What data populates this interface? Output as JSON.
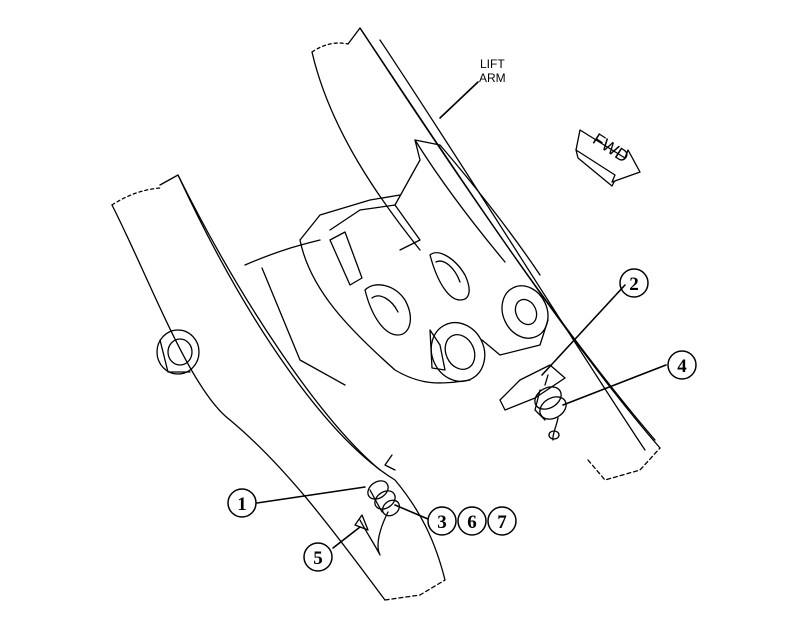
{
  "labels": {
    "lift_arm_line1": "LIFT",
    "lift_arm_line2": "ARM",
    "direction": "FWD"
  },
  "callouts": {
    "c1": "1",
    "c2": "2",
    "c3": "3",
    "c4": "4",
    "c5": "5",
    "c6": "6",
    "c7": "7"
  }
}
